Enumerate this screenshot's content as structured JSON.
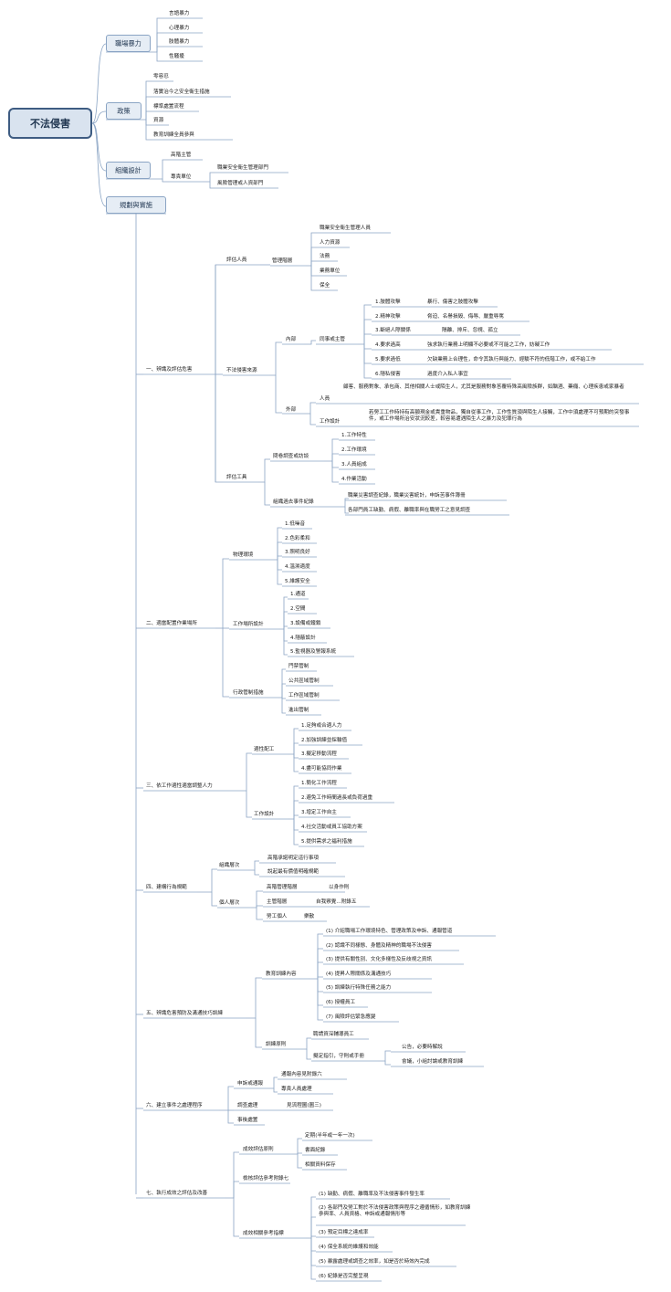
{
  "root": "不法侵害",
  "branches": {
    "workplace_violence": {
      "label": "職場暴力",
      "items": [
        "言語暴力",
        "心理暴力",
        "肢體暴力",
        "性騷擾"
      ]
    },
    "policy": {
      "label": "政策",
      "items": [
        "零容忍",
        "落實治今之安全衛生措施",
        "標準處置流程",
        "資源",
        "教育訓練全員參與"
      ]
    },
    "org_design": {
      "label": "組織設計",
      "items": [
        "高階主管",
        "專責單位"
      ],
      "unit_items": [
        "職業安全衛生管理部門",
        "風險管理或人資部門"
      ]
    },
    "planning": {
      "label": "規劃與實施",
      "s1": {
        "label": "一、辨識及評估危害",
        "eval_people": "評估人員",
        "mgmt_level": "管理階層",
        "mgmt_items": [
          "職業安全衛生管理人員",
          "人力資源",
          "法務",
          "業務單位",
          "保全"
        ],
        "sources": "不法侵害來源",
        "internal": "內部",
        "colleague": "同事或主管",
        "internal_types": [
          "1.肢體攻擊",
          "2.精神攻擊",
          "3.斷絕人際關係",
          "4.要求過高",
          "5.要求過低",
          "6.隱私侵害"
        ],
        "internal_desc": [
          "暴行、傷害之肢體攻擊",
          "脅迫、名譽損毀、侮辱、嚴重辱罵",
          "隔離、排斥、忽視、孤立",
          "強求執行業務上明顯不必要或不可能之工作，妨礙工作",
          "欠缺業務上合理性，命令其執行與能力、經驗不符的低階工作，或不給工作",
          "過度介入私人事宜"
        ],
        "external": "外部",
        "person": "人員",
        "person_desc": "顧客、服務對象、承包商、其他相關人士或陌生人，尤其是服務對象答覆特殊高風險族群，如酗酒、藥癮、心理疾患或家暴者",
        "work_setting": "工作設計",
        "work_desc": "若勞工工作時持有高額現金或貴重物品，獨自從事工作，工作性質須與陌生人接觸，工作中須處理不可預期的突發事件，或工作場所治安狀況較差，較容易遭遇陌生人之暴力及犯罪行為",
        "eval_tools": "評估工具",
        "survey": "問卷調查或訪談",
        "survey_items": [
          "1.工作特性",
          "2.工作環境",
          "3.人員組成",
          "4.作業活動"
        ],
        "records": "組織過去事件紀錄",
        "records_items": [
          "職業災害調查紀錄，職業災害統計，申訴苦事件簿冊",
          "各部門員工缺勤、病假、離職率與在職勞工之意見調查"
        ]
      },
      "s2": {
        "label": "二、適當配置作業場所",
        "physical": "物理環境",
        "physical_items": [
          "1.低噪音",
          "2.色彩柔和",
          "3.照明良好",
          "4.溫濕適度",
          "5.維護安全"
        ],
        "design": "工作場所設計",
        "design_items": [
          "1.通道",
          "2.空間",
          "3.設備或鐵鎖",
          "4.隱蔽設計",
          "5.監視器及警報系統"
        ],
        "admin": "行政管制措施",
        "admin_items": [
          "門禁管制",
          "公共區域管制",
          "工作區域管制",
          "進出管制"
        ]
      },
      "s3": {
        "label": "三、依工作適性適當調整人力",
        "alloc": "適性配工",
        "alloc_items": [
          "1.足夠或合適人力",
          "2.加強訓練並採輪值",
          "3.擬定移動流程",
          "4.盡可能協同作業"
        ],
        "job": "工作設計",
        "job_items": [
          "1.簡化工作流程",
          "2.避免工作時間過長或負荷過重",
          "3.增定工作自主",
          "4.社交活動或員工協助方案",
          "5.提供需求之福利措施"
        ]
      },
      "s4": {
        "label": "四、建構行為規範",
        "org": "組織層次",
        "org_items": [
          "高階承諾明定這行事項",
          "說起最有價值明確規範"
        ],
        "indiv": "個人層次",
        "senior": "高階管理階層",
        "senior_item": "以身作則",
        "supervisor": "主管階層",
        "supervisor_item": "自我察覺...附錄五",
        "worker": "勞工個人",
        "worker_item": "樂散"
      },
      "s5": {
        "label": "五、辨識危害預防及溝通技巧訓練",
        "content": "教育訓練內容",
        "content_items": [
          "(1) 介紹職場工作環境特色、管理政策及申訴、通報管道",
          "(2) 認識不同樣態、身體及精神的職場不法侵害",
          "(3) 提供有關性別、文化多樣性及反歧視之資訊",
          "(4) 提昇人際關係及溝通技巧",
          "(5) 訓練執行特殊任務之能力",
          "(6) 授權員工",
          "(7) 風險評估緊急應變"
        ],
        "principle": "訓練原則",
        "principle_items": [
          "聘請資深輔導員工",
          "擬定指引，守則或手冊"
        ],
        "guide_items": [
          "公告，必要時解說",
          "會議，小組討論或教育訓練"
        ]
      },
      "s6": {
        "label": "六、建立事件之處理程序",
        "complaint": "申訴或通報",
        "complaint_items": [
          "通報內容見附錄六",
          "專責人員處理"
        ],
        "investigate": "調查處理",
        "investigate_item": "見流程圖(圖三)",
        "aftermath": "事後處置"
      },
      "s7": {
        "label": "七、執行成效之評估及改善",
        "principle": "成效評估原則",
        "principle_items": [
          "定期(半年或一年一次)",
          "書面紀錄",
          "相關資料保存"
        ],
        "checklist": "檢核評估參考附錄七",
        "indicators": "成效相關參考指標",
        "indicator_items": [
          "(1) 缺勤、病假、離職率及不法侵害事件發生率",
          "(2) 各部門及勞工對於不法侵害政策與程序之遵循情形，如教育訓練參與率、人員資格、申訴或通報情形等",
          "(3) 預定目標之達成率",
          "(4) 保全系統的維護和效能",
          "(5) 暴露處理或調查之效率，如是否於時效內完成",
          "(6) 紀錄是否完整呈現"
        ]
      }
    }
  },
  "colors": {
    "line": "#8aa4c4",
    "node_fill": "#e6edf5",
    "root_fill": "#d9e3ef",
    "root_border": "#3e5c82",
    "text": "#222222"
  }
}
